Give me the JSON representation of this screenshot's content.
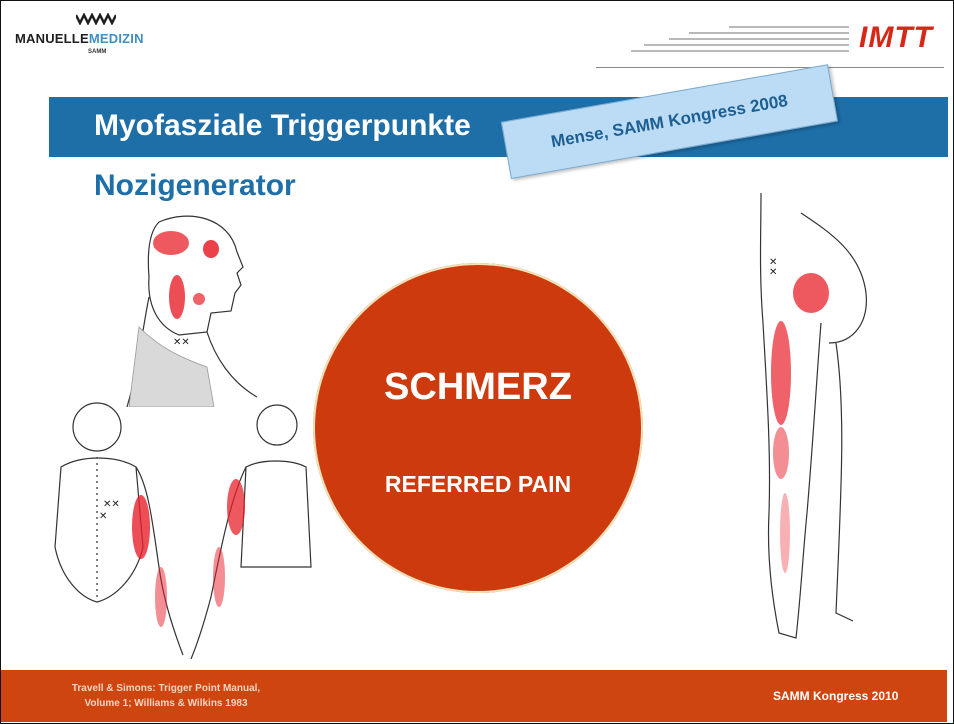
{
  "header": {
    "logo_left": {
      "text_main": "MANUELLE",
      "text_accent": "MEDIZIN",
      "text_sub": "SAMM"
    },
    "logo_right": {
      "text": "IMTT",
      "color": "#d62718"
    }
  },
  "title": "Myofasziale Triggerpunkte",
  "subtitle": "Nozigenerator",
  "stamp": "Mense, SAMM Kongress 2008",
  "circle": {
    "main": "SCHMERZ",
    "sub": "REFERRED PAIN",
    "color": "#cc3a0e"
  },
  "footer": {
    "citation_line1": "Travell & Simons: Trigger Point Manual,",
    "citation_line2": "Volume 1; Williams & Wilkins 1983",
    "event": "SAMM Kongress 2010",
    "color": "#cf450f"
  },
  "colors": {
    "title_band": "#1e6fa8",
    "pain_marks": "#e8202a"
  },
  "illustrations": [
    "head-neck-referral",
    "back-arm-referral",
    "leg-referral"
  ]
}
